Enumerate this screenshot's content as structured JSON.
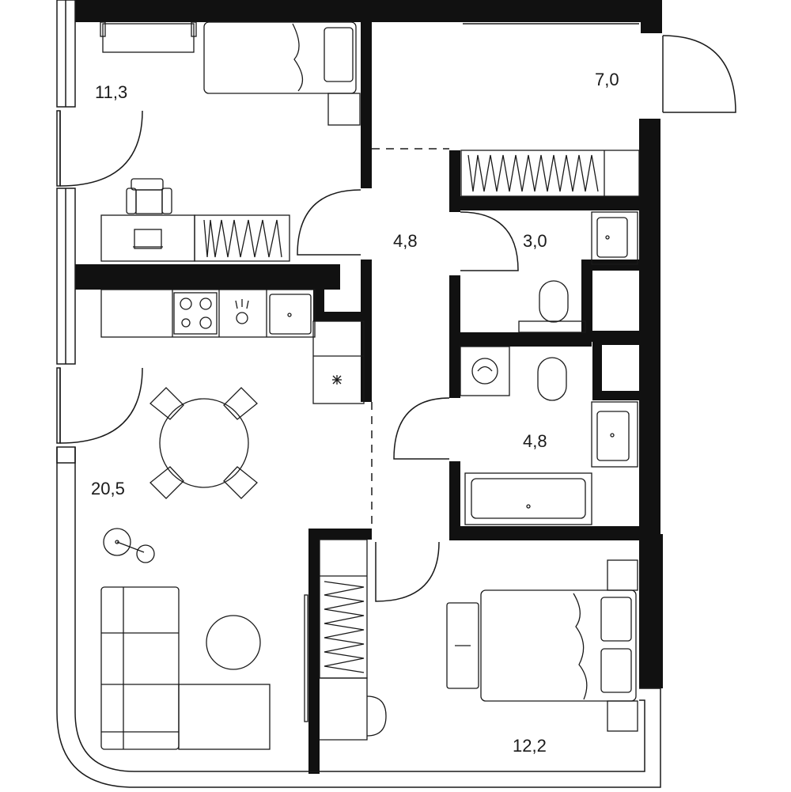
{
  "floor_plan": {
    "colors": {
      "wall": "#111111",
      "line": "#1a1a1a",
      "background": "#ffffff"
    },
    "rooms": [
      {
        "id": "bedroom-small",
        "area": "11,3"
      },
      {
        "id": "hall-entry",
        "area": "7,0"
      },
      {
        "id": "corridor",
        "area": "4,8"
      },
      {
        "id": "toilet",
        "area": "3,0"
      },
      {
        "id": "bathroom",
        "area": "4,8"
      },
      {
        "id": "kitchen-living",
        "area": "20,5"
      },
      {
        "id": "bedroom-master",
        "area": "12,2"
      }
    ],
    "icons": [
      "single-bed-icon",
      "double-bed-icon",
      "desk-icon",
      "chair-icon",
      "stove-icon",
      "sink-icon",
      "toilet-icon",
      "bathtub-icon",
      "washing-machine-icon",
      "dining-table-icon",
      "sofa-icon",
      "coffee-table-icon",
      "lamp-icon",
      "wardrobe-icon",
      "door-icon",
      "window-icon"
    ]
  }
}
